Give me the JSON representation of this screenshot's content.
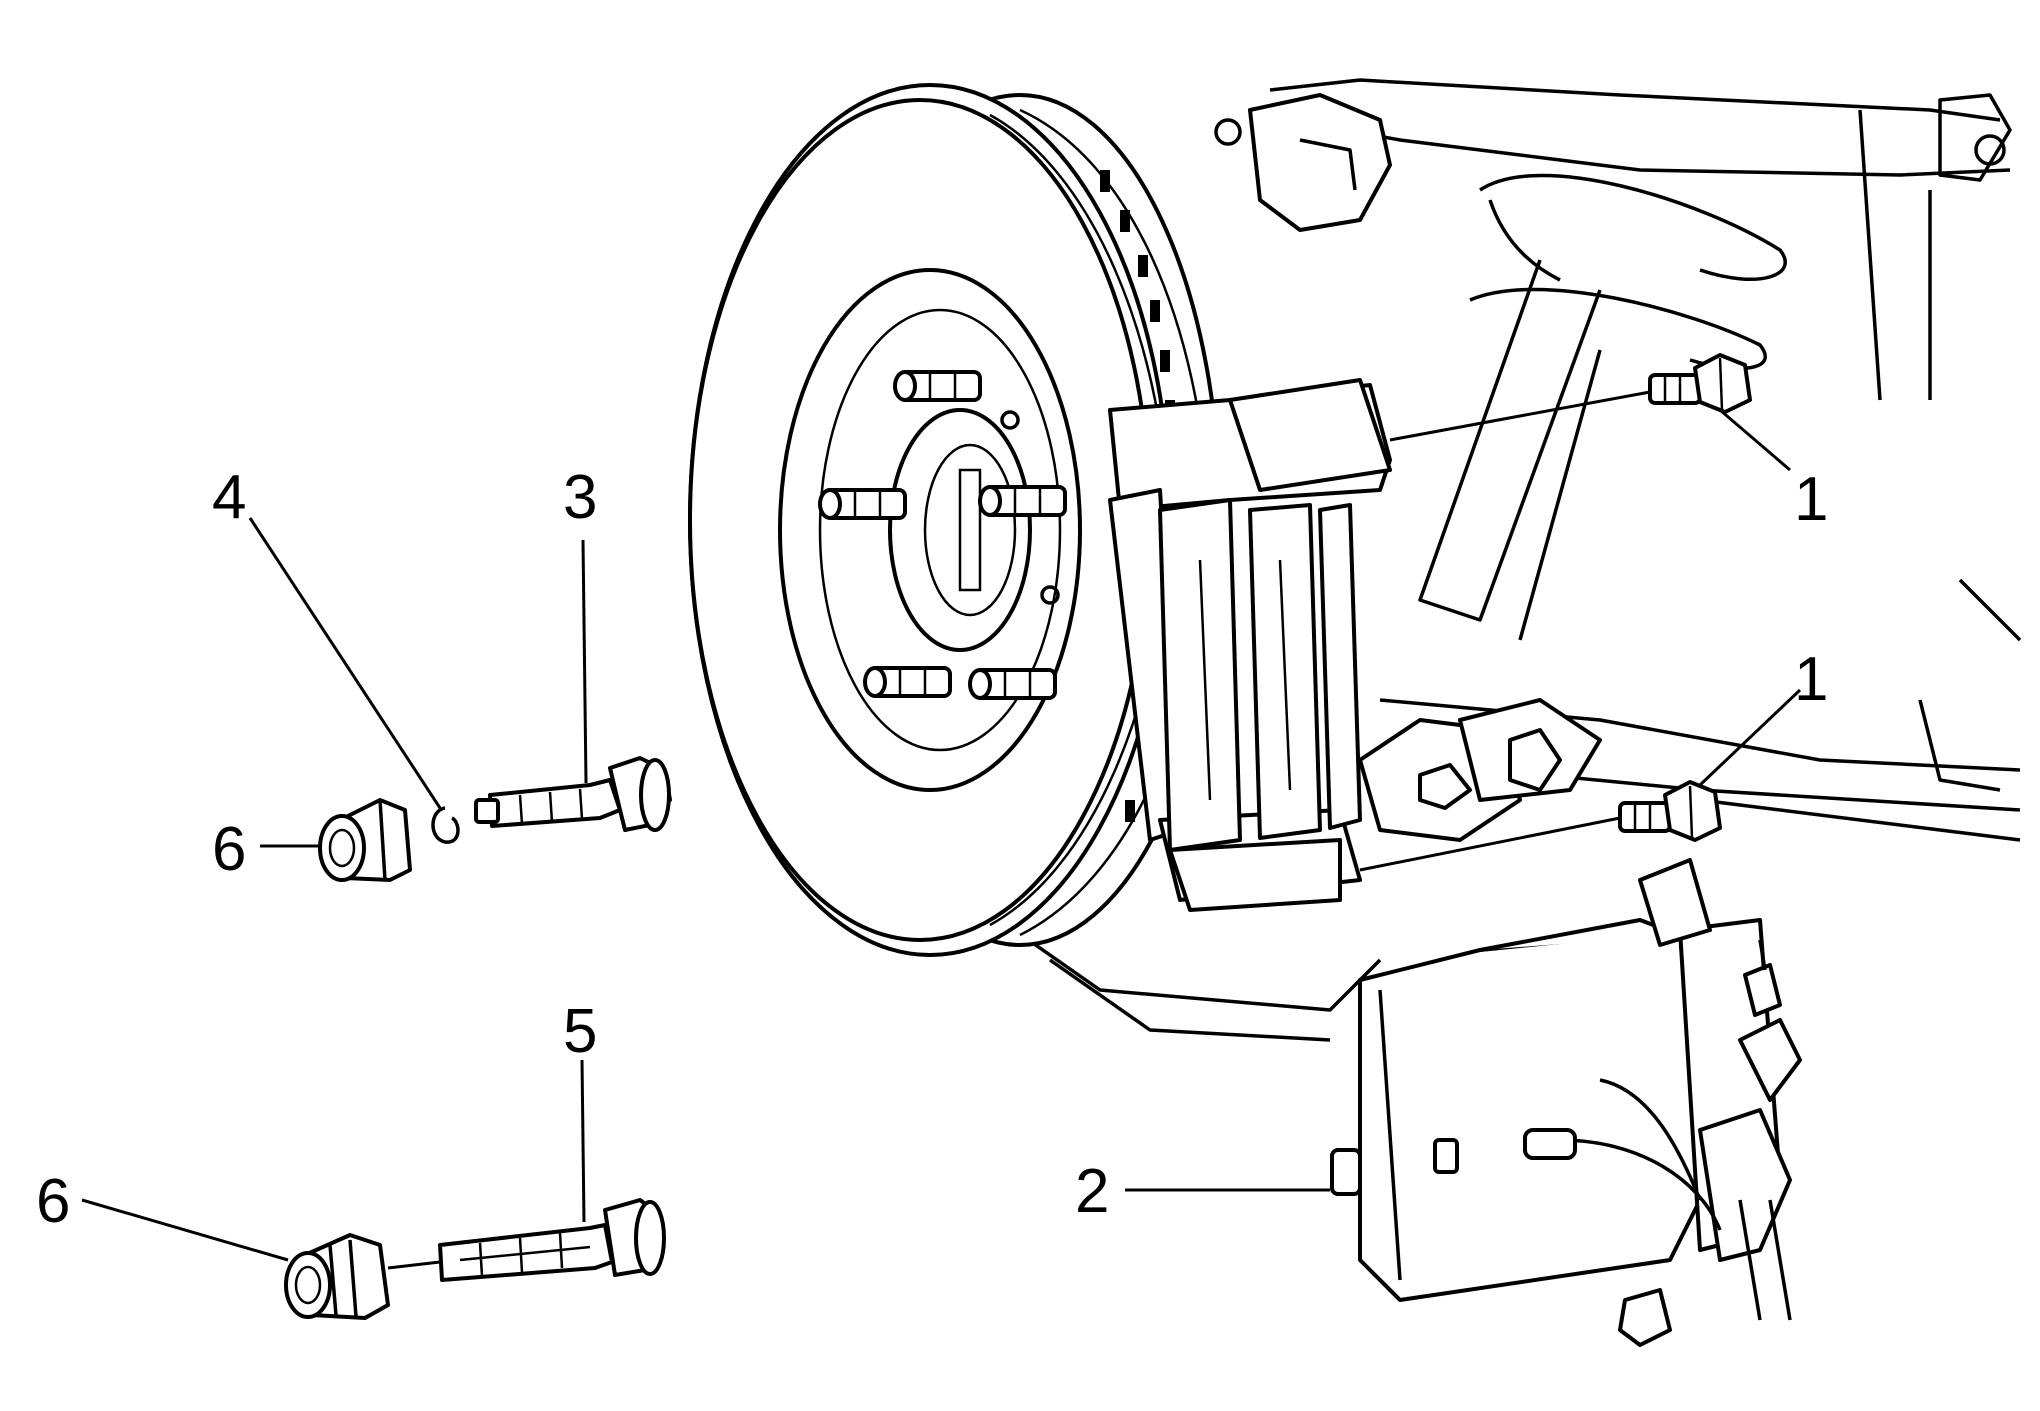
{
  "callouts": [
    {
      "id": "c1a",
      "label": "1"
    },
    {
      "id": "c1b",
      "label": "1"
    },
    {
      "id": "c2",
      "label": "2"
    },
    {
      "id": "c3",
      "label": "3"
    },
    {
      "id": "c4",
      "label": "4"
    },
    {
      "id": "c5",
      "label": "5"
    },
    {
      "id": "c6a",
      "label": "6"
    },
    {
      "id": "c6b",
      "label": "6"
    }
  ],
  "parts": [
    {
      "key": "caliper-bracket-bolt",
      "callout": "1"
    },
    {
      "key": "brake-caliper",
      "callout": "2"
    },
    {
      "key": "guide-pin-upper",
      "callout": "3"
    },
    {
      "key": "retaining-clip",
      "callout": "4"
    },
    {
      "key": "guide-pin-lower",
      "callout": "5"
    },
    {
      "key": "guide-pin-boot",
      "callout": "6"
    }
  ]
}
